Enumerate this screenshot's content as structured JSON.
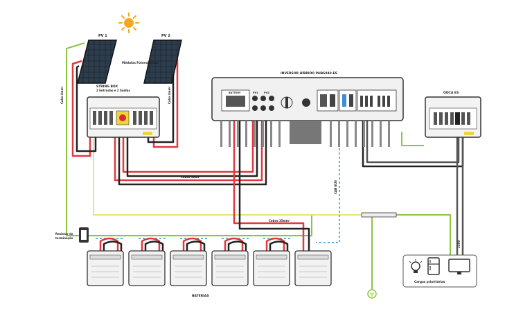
{
  "labels": {
    "pv1": "PV 1",
    "pv2": "PV 2",
    "modules": "Módulos Fotovoltaicos",
    "string_box_line1": "STRING BOX",
    "string_box_line2": "2 Entradas e 2 Saídas",
    "cable_left": "Cabo 4mm²",
    "cable_right": "Cabo 4mm²",
    "inverter": "INVERSOR HÍBRIDO PHB6048-ES",
    "battery_port": "BATTERY",
    "pv1_port": "PV1",
    "pv2_port": "PV2",
    "qdca": "QDCA ES",
    "cable_4mm": "Cabos 4mm²",
    "can_bus": "CAN BUS",
    "cable_35mm": "Cabos 35mm²",
    "v220": "220V",
    "resistor_line1": "Resistor de",
    "resistor_line2": "terminação",
    "baterias": "BATERIAS",
    "cargas": "Cargas prioritárias"
  },
  "colors": {
    "red": "#e0393e",
    "black": "#222222",
    "green": "#8cc63f",
    "yellow": "#e8e27a",
    "blue": "#3b8fd9",
    "gray": "#777777"
  },
  "icons": [
    "sun-icon",
    "lightbulb-icon",
    "fridge-icon",
    "monitor-icon",
    "ground-icon"
  ],
  "battery_count": 6
}
